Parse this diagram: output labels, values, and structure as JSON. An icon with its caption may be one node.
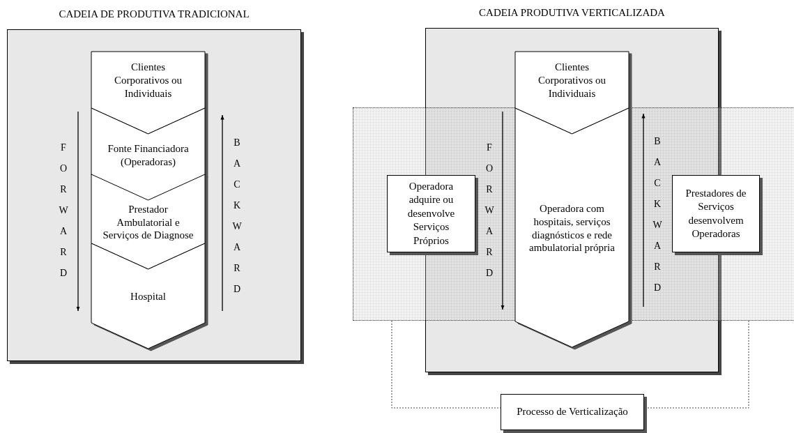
{
  "diagram": {
    "nodes": [
      {
        "text": [
          "CADEIA DE PRODUTIVA TRADICIONAL"
        ]
      },
      {
        "text": [
          "Clientes Corporativos ou Individuais"
        ],
        "in": 0
      },
      {
        "text": [
          "Fonte Financiadora (Operadoras)"
        ],
        "in": 0
      },
      {
        "text": [
          "Prestador Ambulatorial e Serviços de Diagnose"
        ],
        "in": 0
      },
      {
        "text": [
          "Hospital"
        ],
        "in": 0
      },
      {
        "text": [
          "CADEIA PRODUTIVA VERTICALIZADA"
        ]
      },
      {
        "text": [],
        "shape": "band"
      },
      {
        "text": [
          "Clientes Corporativos ou Individuais"
        ],
        "in": 5
      },
      {
        "text": [
          "Operadora com hospitais, serviços diagnósticos e rede ambulatorial própria"
        ],
        "in": 5
      },
      {
        "text": [
          "Operadora adquire ou desenvolve Serviços Próprios"
        ],
        "in": 6
      },
      {
        "text": [
          "Prestadores de Serviços desenvolvem Operadoras"
        ],
        "in": 6
      },
      {
        "text": [
          "Processo de Verticalização"
        ]
      }
    ],
    "edges": [
      {
        "from": 6,
        "to": 11,
        "arrow": "none",
        "style": "dashed"
      },
      {
        "from": 6,
        "to": 11,
        "arrow": "none",
        "style": "dashed"
      }
    ],
    "labels": [
      "FORWARD",
      "BACKWARD",
      "FORWARD",
      "BACKWARD"
    ]
  }
}
